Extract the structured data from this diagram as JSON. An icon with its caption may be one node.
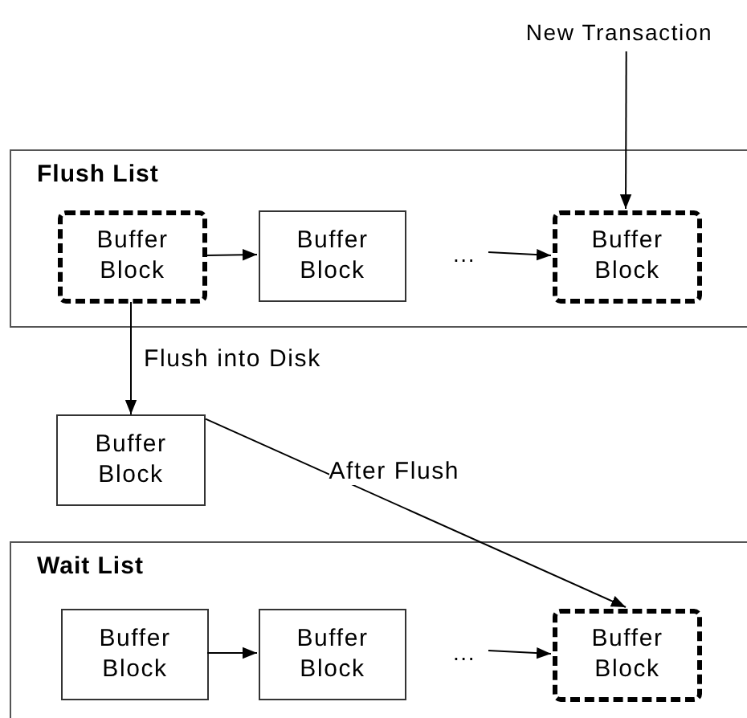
{
  "diagram": {
    "nodes": [
      {
        "text": [
          "New Transaction"
        ]
      },
      {
        "text": [
          "Flush List"
        ]
      },
      {
        "text": [
          "Buffer Block"
        ],
        "in": 1
      },
      {
        "text": [
          "Buffer Block"
        ],
        "in": 1
      },
      {
        "text": [
          "..."
        ],
        "in": 1
      },
      {
        "text": [
          "Buffer Block"
        ],
        "in": 1
      },
      {
        "text": [
          "Buffer Block"
        ]
      },
      {
        "text": [
          "Wait List"
        ]
      },
      {
        "text": [
          "Buffer Block"
        ],
        "in": 7
      },
      {
        "text": [
          "Buffer Block"
        ],
        "in": 7
      },
      {
        "text": [
          "..."
        ],
        "in": 7
      },
      {
        "text": [
          "Buffer Block"
        ],
        "in": 7
      }
    ],
    "edges": [
      {
        "from": 0,
        "to": 5,
        "arrow": "to"
      },
      {
        "from": 2,
        "to": 3,
        "arrow": "to"
      },
      {
        "from": 4,
        "to": 5,
        "arrow": "to"
      },
      {
        "from": 2,
        "to": 6,
        "arrow": "to",
        "label": "Flush into Disk"
      },
      {
        "from": 6,
        "to": 11,
        "arrow": "to",
        "label": "After Flush"
      },
      {
        "from": 8,
        "to": 9,
        "arrow": "to"
      },
      {
        "from": 10,
        "to": 11,
        "arrow": "to"
      }
    ]
  }
}
